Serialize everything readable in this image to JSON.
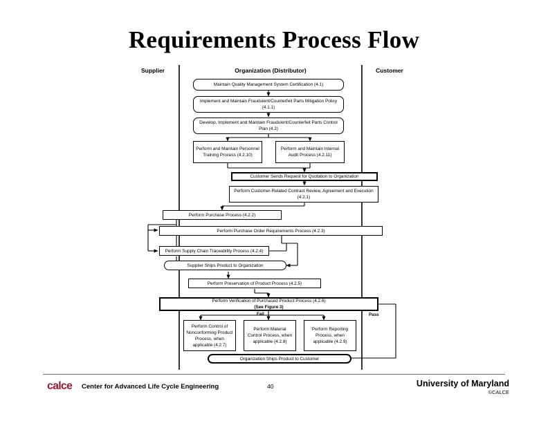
{
  "slide": {
    "title": "Requirements Process Flow",
    "page_number": "40"
  },
  "lanes": [
    {
      "id": "supplier",
      "label": "Supplier"
    },
    {
      "id": "organization",
      "label": "Organization (Distributor)"
    },
    {
      "id": "customer",
      "label": "Customer"
    }
  ],
  "nodes": [
    {
      "id": "n1",
      "label": "Maintain Quality Management System Certification (4.1)"
    },
    {
      "id": "n2",
      "label": "Implement and Maintain Fraudulent/Counterfeit Parts Mitigation Policy (4.1.1)"
    },
    {
      "id": "n3",
      "label": "Develop, Implement and Maintain Fraudulent/Counterfeit Parts Control Plan (4.2)"
    },
    {
      "id": "n4",
      "label": "Perform and Maintain Personnel Training Process (4.2.10)"
    },
    {
      "id": "n5",
      "label": "Perform and Maintain Internal Audit Process (4.2.11)"
    },
    {
      "id": "n6",
      "label": "Customer Sends Request for Quotation to Organization"
    },
    {
      "id": "n7",
      "label": "Perform Customer-Related Contract Review, Agreement and Execution (4.2.1)"
    },
    {
      "id": "n8",
      "label": "Perform Purchase Process (4.2.2)"
    },
    {
      "id": "n9",
      "label": "Perform Purchase Order Requirements Process (4.2.3)"
    },
    {
      "id": "n10",
      "label": "Perform Supply Chain Traceability Process (4.2.4)"
    },
    {
      "id": "n11",
      "label": "Supplier Ships Product to Organization"
    },
    {
      "id": "n12",
      "label": "Perform Preservation of Product Process (4.2.5)"
    },
    {
      "id": "n13",
      "label": "Perform Verification of Purchased Product Process (4.2.6)"
    },
    {
      "id": "n13b",
      "label": "(See Figure 3)"
    },
    {
      "id": "n14",
      "label": "Perform Control of Nonconforming Product Process, when applicable (4.2.7)"
    },
    {
      "id": "n15",
      "label": "Perform Material Control Process, when applicable (4.2.8)"
    },
    {
      "id": "n16",
      "label": "Perform Reporting Process, when applicable (4.2.9)"
    },
    {
      "id": "n17",
      "label": "Organization Ships Product to Customer"
    }
  ],
  "edge_labels": [
    {
      "id": "fail",
      "label": "Fail"
    },
    {
      "id": "pass",
      "label": "Pass"
    }
  ],
  "footer": {
    "logo_text": "calce",
    "center_name": "Center for Advanced Life Cycle Engineering",
    "university": "University of Maryland",
    "copyright": "©CALCE"
  },
  "colors": {
    "logo": "#9b1b30",
    "line": "#000000",
    "rule": "#6b6b6b",
    "background": "#ffffff"
  }
}
